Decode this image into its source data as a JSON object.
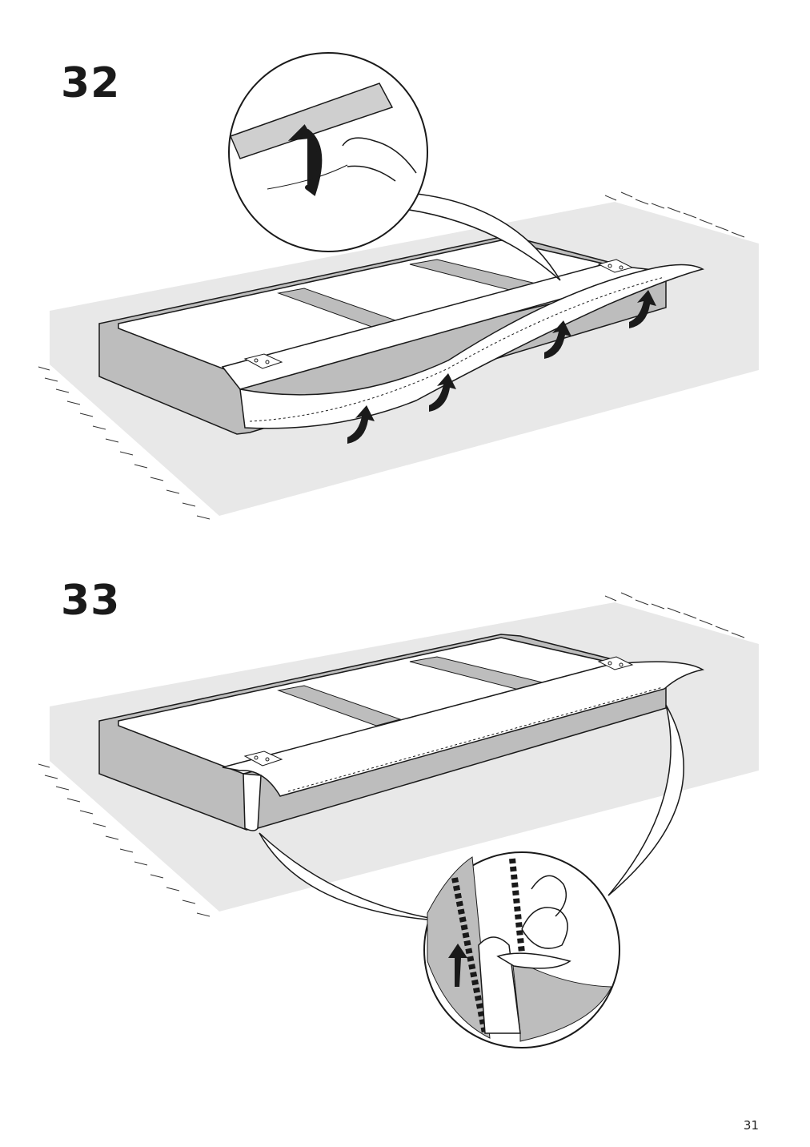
{
  "steps": [
    {
      "number": "32",
      "icon": "velcro-strip-fold-up-icon"
    },
    {
      "number": "33",
      "icon": "zipper-close-up-icon"
    }
  ],
  "page": {
    "number": "31"
  },
  "colors": {
    "rug": "#e8e8e8",
    "fabric": "#bdbdbd",
    "line": "#1a1a1a",
    "paper": "#ffffff"
  }
}
